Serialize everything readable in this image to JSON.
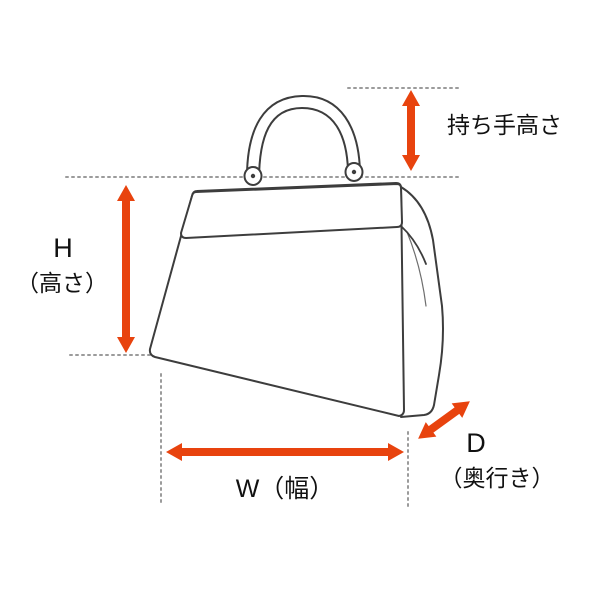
{
  "diagram": {
    "labels": {
      "handle_height": "持ち手高さ",
      "height_letter": "H",
      "height_unit": "（高さ）",
      "width": "W（幅）",
      "depth_letter": "D",
      "depth_unit": "（奥行き）"
    },
    "colors": {
      "arrow": "#e8430e",
      "outline": "#3d3d3d",
      "guide": "#9b9b9b",
      "text": "#111111"
    }
  }
}
